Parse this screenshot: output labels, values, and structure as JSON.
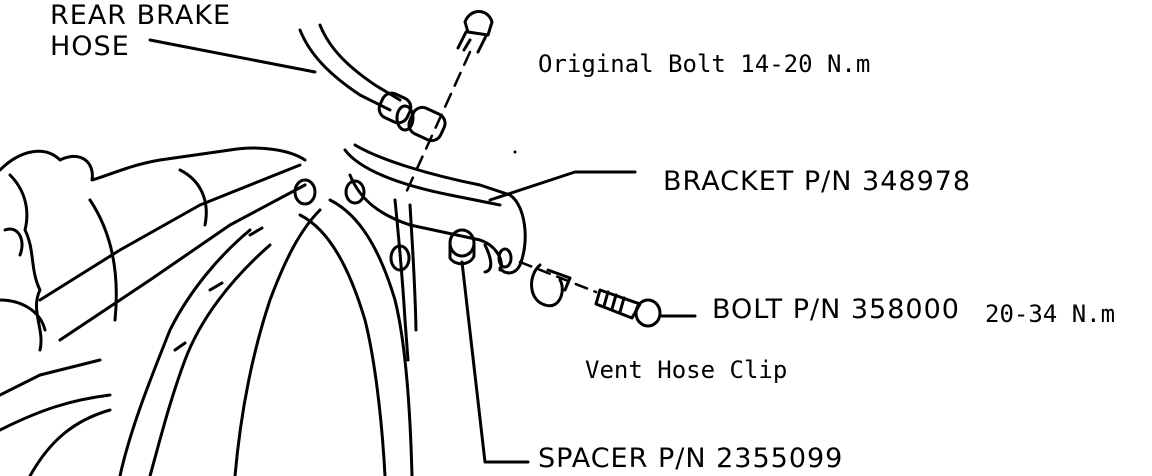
{
  "labels": {
    "rear_brake_hose_line1": "REAR BRAKE",
    "rear_brake_hose_line2": "HOSE",
    "original_bolt": "Original Bolt 14-20 N.m",
    "bracket": "BRACKET P/N 348978",
    "bolt_part": "BOLT P/N 358000",
    "bolt_torque": "20-34 N.m",
    "vent_hose_clip": "Vent Hose Clip",
    "spacer": "SPACER P/N 2355099"
  }
}
